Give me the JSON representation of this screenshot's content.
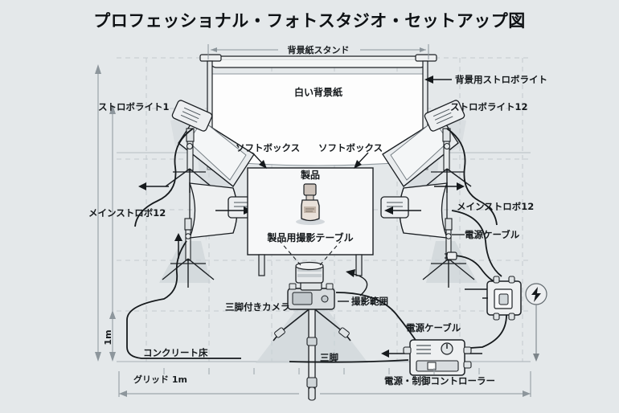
{
  "title": "プロフェッショナル・フォトスタジオ・セットアップ図",
  "labels": {
    "backdrop_stand": "背景紙スタンド",
    "white_backdrop": "白い背景紙",
    "bg_strobe": "背景用ストロボライト",
    "strobe_left": "ストロボライト1",
    "strobe_right": "ストロボライト12",
    "softbox_left": "ソフトボックス",
    "softbox_right": "ソフトボックス",
    "product": "製品",
    "product_table": "製品用撮影テーブル",
    "main_strobe_left": "メインストロボ12",
    "main_strobe_right": "メインストロボ12",
    "power_cable_top": "電源ケーブル",
    "power_cable_bottom": "電源ケーブル",
    "controller": "電源・制御コントローラー",
    "camera_tripod": "三脚付きカメラ",
    "shooting_range": "撮影範囲",
    "tripod": "三脚",
    "concrete_floor": "コンクリート床",
    "grid_1m": "グリッド 1m",
    "height_1m": "1m"
  },
  "icons": {
    "power_bolt": "lightning-bolt-icon",
    "camera": "dslr-camera-icon",
    "product_bottle": "cosmetic-bottle-icon"
  },
  "colors": {
    "background": "#e4e8ea",
    "ink": "#15191c",
    "line": "#1c2024",
    "fill_light": "#f2f4f5",
    "fill_mid": "#d2d7da",
    "fill_dark": "#b3babd",
    "dim_line": "#9aa3a9",
    "grid_line": "#c3cacf",
    "backdrop_white": "#fdfdfd"
  }
}
